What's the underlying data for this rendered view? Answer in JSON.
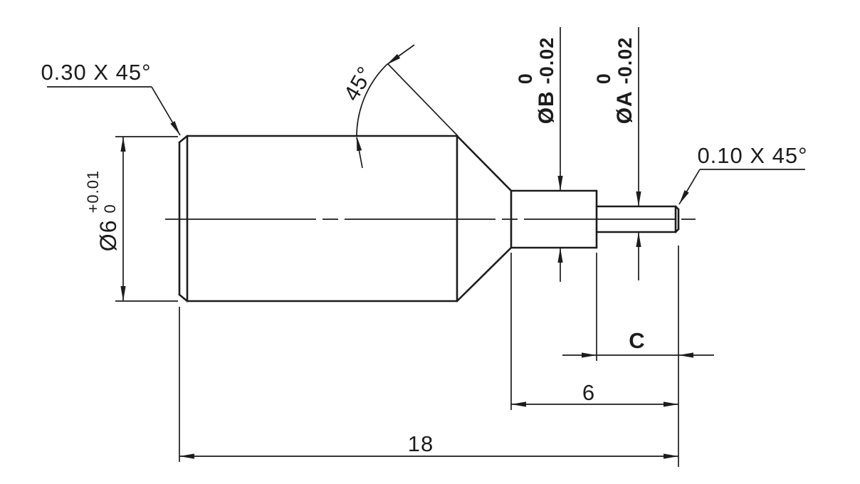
{
  "drawing": {
    "kind": "engineering-part-drawing",
    "labels": {
      "left_chamfer": "0.30 X 45°",
      "right_chamfer": "0.10 X 45°",
      "cone_angle": "45°",
      "length_c": "C",
      "length_step": "6",
      "length_total": "18"
    },
    "dims": {
      "dia_main": {
        "nominal": "Ø6",
        "tol_upper": "+0.01",
        "tol_lower": "0"
      },
      "dia_b": {
        "nominal": "ØB",
        "tol_upper": "0",
        "tol_lower": "-0.02"
      },
      "dia_a": {
        "nominal": "ØA",
        "tol_upper": "0",
        "tol_lower": "-0.02"
      }
    },
    "colors": {
      "line": "#1c1c1c",
      "background": "#ffffff"
    }
  }
}
